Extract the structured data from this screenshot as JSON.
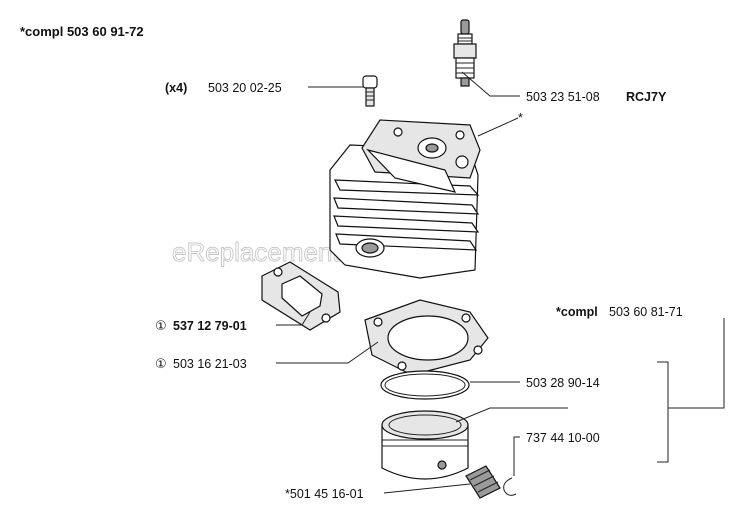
{
  "header": {
    "compl_top": "*compl 503 60 91-72"
  },
  "watermark": "eReplacementParts.com",
  "labels": {
    "bolt_qty": "(x4)",
    "bolt_part": "503 20 02-25",
    "spark_plug_part": "503 23 51-08",
    "spark_plug_model": "RCJ7Y",
    "cylinder_asterisk": "*",
    "compl_piston": "*compl",
    "compl_piston_part": "503 60 81-71",
    "gasket1_marker": "①",
    "gasket1_part": "537 12 79-01",
    "gasket2_marker": "①",
    "gasket2_part": "503 16 21-03",
    "ring_part": "503 28 90-14",
    "circlip_part": "737 44 10-00",
    "pin_part": "*501 45 16-01"
  },
  "icons": {
    "spark_plug": "spark-plug-icon",
    "bolt": "bolt-icon",
    "cylinder": "cylinder-icon",
    "intake_gasket": "intake-gasket-icon",
    "base_gasket": "base-gasket-icon",
    "piston_ring": "piston-ring-icon",
    "piston": "piston-icon",
    "piston_pin": "piston-pin-icon",
    "circlip": "circlip-icon"
  }
}
